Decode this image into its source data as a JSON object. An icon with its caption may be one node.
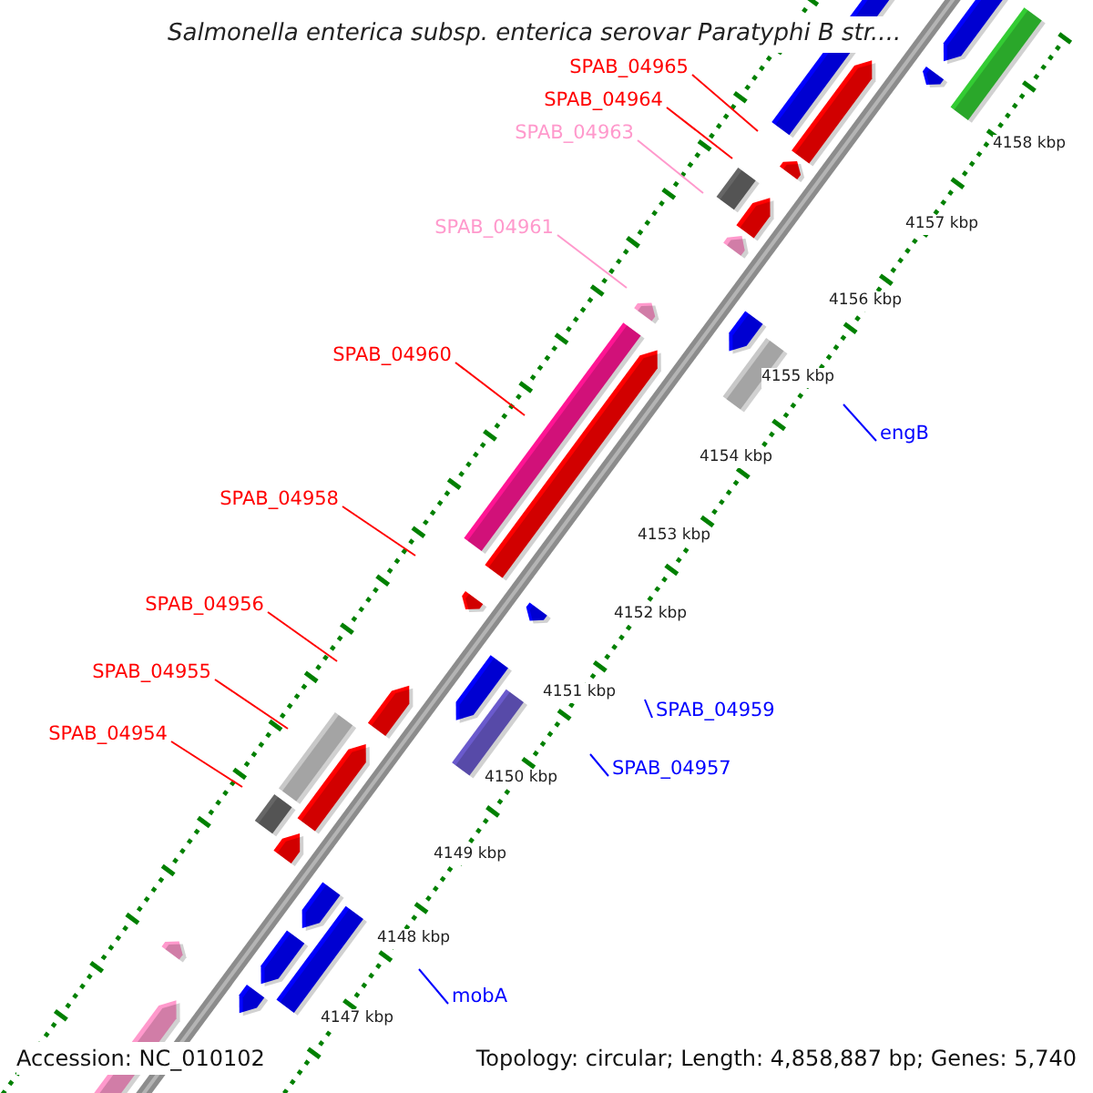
{
  "diagram": {
    "title": "Salmonella enterica subsp. enterica serovar Paratyphi B str....",
    "nodes": [
      {
        "text": [
          "SPAB_04965"
        ]
      },
      {
        "text": [
          "SPAB_04964"
        ]
      },
      {
        "text": [
          "SPAB_04963"
        ]
      },
      {
        "text": [
          "SPAB_04961"
        ]
      },
      {
        "text": [
          "SPAB_04960"
        ]
      },
      {
        "text": [
          "SPAB_04958"
        ]
      },
      {
        "text": [
          "SPAB_04956"
        ]
      },
      {
        "text": [
          "SPAB_04955"
        ]
      },
      {
        "text": [
          "SPAB_04954"
        ]
      },
      {
        "text": [
          "engB"
        ]
      },
      {
        "text": [
          "SPAB_04959"
        ]
      },
      {
        "text": [
          "SPAB_04957"
        ]
      },
      {
        "text": [
          "mobA"
        ]
      }
    ],
    "edges": [
      {
        "from": 0,
        "to": null,
        "arrow": "none"
      },
      {
        "from": 1,
        "to": null,
        "arrow": "none"
      },
      {
        "from": 2,
        "to": null,
        "arrow": "none",
        "color": "#ff99cc"
      },
      {
        "from": 3,
        "to": null,
        "arrow": "none",
        "color": "#ff99cc"
      },
      {
        "from": 4,
        "to": null,
        "arrow": "none"
      },
      {
        "from": 5,
        "to": null,
        "arrow": "none"
      },
      {
        "from": 6,
        "to": null,
        "arrow": "none"
      },
      {
        "from": 7,
        "to": null,
        "arrow": "none"
      },
      {
        "from": 8,
        "to": null,
        "arrow": "none"
      },
      {
        "from": 9,
        "to": null,
        "arrow": "none",
        "color": "#0000ff"
      },
      {
        "from": 10,
        "to": null,
        "arrow": "none",
        "color": "#0000ff"
      },
      {
        "from": 11,
        "to": null,
        "arrow": "none",
        "color": "#0000ff"
      },
      {
        "from": 12,
        "to": null,
        "arrow": "none",
        "color": "#0000ff"
      }
    ],
    "labels": [
      "4158 kbp",
      "4157 kbp",
      "4156 kbp",
      "4155 kbp",
      "4154 kbp",
      "4153 kbp",
      "4152 kbp",
      "4151 kbp",
      "4150 kbp",
      "4149 kbp",
      "4148 kbp",
      "4147 kbp",
      "Accession: NC_010102",
      "Topology: circular; Length: 4,858,887 bp; Genes: 5,740"
    ]
  }
}
